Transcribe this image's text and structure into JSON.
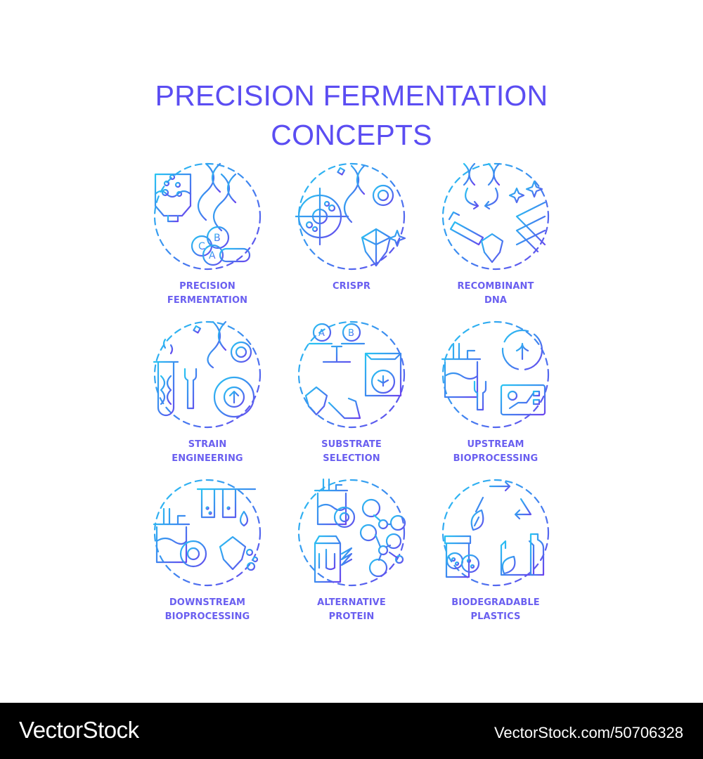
{
  "title": {
    "line1": "PRECISION FERMENTATION",
    "line2": "CONCEPTS"
  },
  "colors": {
    "gradient_start": "#29c4f2",
    "gradient_mid": "#3d8bf0",
    "gradient_end": "#6a44ee",
    "title": "#5b4df2",
    "label": "#6a5ff0",
    "footer_bg": "#000000",
    "footer_text": "#ffffff"
  },
  "concepts": [
    {
      "line1": "PRECISION",
      "line2": "FERMENTATION",
      "icon": "bioreactor-dna-vitamins-icon"
    },
    {
      "line1": "CRISPR",
      "line2": "",
      "icon": "target-dna-gear-hop-icon"
    },
    {
      "line1": "RECOMBINANT",
      "line2": "DNA",
      "icon": "dna-swap-hop-protein-icon"
    },
    {
      "line1": "STRAIN",
      "line2": "ENGINEERING",
      "icon": "testtube-wrench-gear-icon"
    },
    {
      "line1": "SUBSTRATE",
      "line2": "SELECTION",
      "icon": "scale-hop-bag-icon"
    },
    {
      "line1": "UPSTREAM",
      "line2": "BIOPROCESSING",
      "icon": "tank-cycle-dashboard-icon"
    },
    {
      "line1": "DOWNSTREAM",
      "line2": "BIOPROCESSING",
      "icon": "tank-filter-hop-icon"
    },
    {
      "line1": "ALTERNATIVE",
      "line2": "PROTEIN",
      "icon": "tank-milk-molecule-icon"
    },
    {
      "line1": "BIODEGRADABLE",
      "line2": "PLASTICS",
      "icon": "recycle-jar-bottle-icon"
    }
  ],
  "footer": {
    "brand": "VectorStock",
    "url": "VectorStock.com/50706328"
  }
}
